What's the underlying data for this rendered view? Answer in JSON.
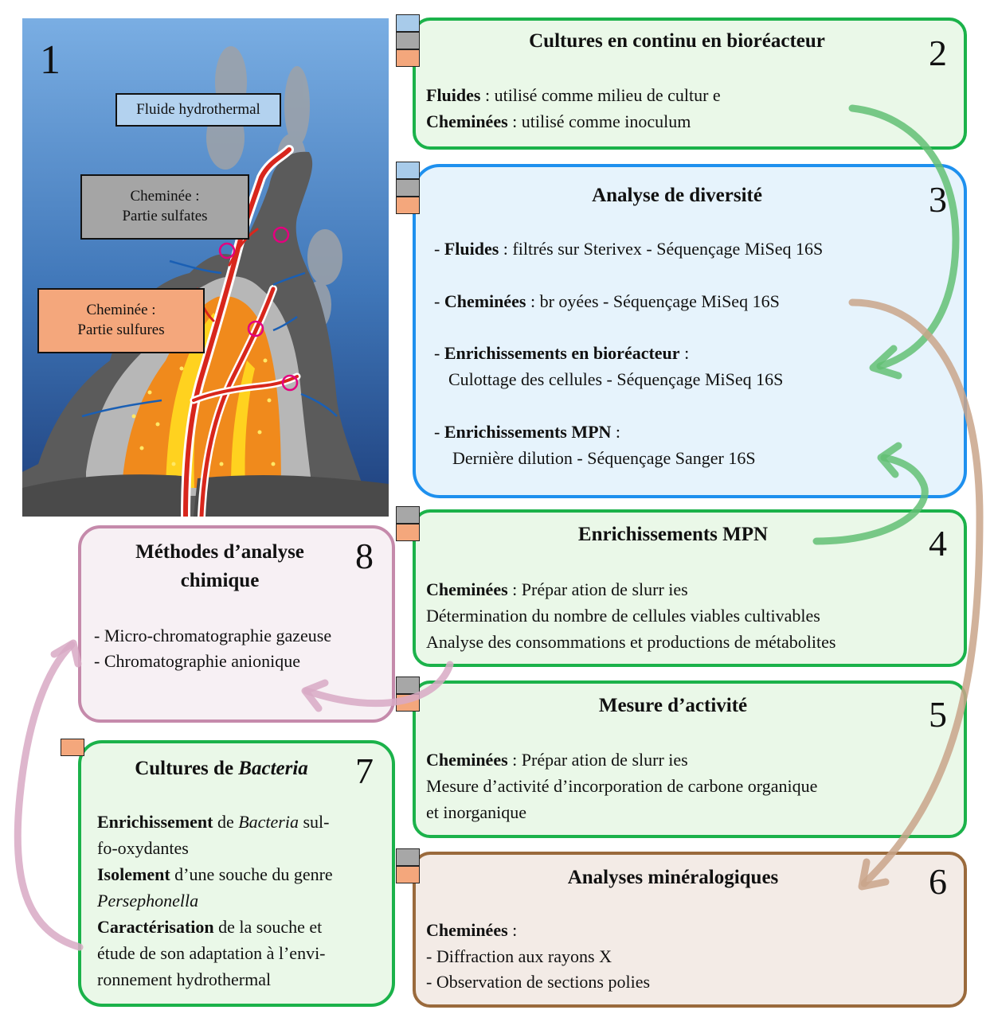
{
  "panel1": {
    "number": "1",
    "labels": {
      "fluid": "Fluide hydrothermal",
      "sulfates_line1": "Cheminée :",
      "sulfates_line2": "Partie sulfates",
      "sulfides_line1": "Cheminée :",
      "sulfides_line2": "Partie sulfures"
    }
  },
  "box2": {
    "number": "2",
    "title": "Cultures en continu en bioréacteur",
    "l1_bold": "Fluides",
    "l1_rest": " : utilisé comme milieu de cultur e",
    "l2_bold": "Cheminées",
    "l2_rest": " : utilisé comme inoculum"
  },
  "box3": {
    "number": "3",
    "title": "Analyse de diversité",
    "l1_bold": "Fluides",
    "l1_rest": " : filtrés sur Sterivex - Séquençage MiSeq 16S",
    "l2_bold": "Cheminées",
    "l2_rest": " : br oyées  - Séquençage MiSeq 16S",
    "l3_bold": "Enrichissements en bioréacteur",
    "l3_rest": " :",
    "l3b": "Culottage des cellules - Séquençage MiSeq 16S",
    "l4_bold": "Enrichissements MPN",
    "l4_rest": " :",
    "l4b": "Dernière dilution - Séquençage Sanger 16S"
  },
  "box4": {
    "number": "4",
    "title": "Enrichissements MPN",
    "l1_bold": "Cheminées",
    "l1_rest": " : Prépar ation de slurr ies",
    "l2": "Détermination du nombre de cellules viables cultivables",
    "l3": "Analyse des consommations et productions de métabolites"
  },
  "box5": {
    "number": "5",
    "title": "Mesure d’activité",
    "l1_bold": "Cheminées",
    "l1_rest": " : Prépar ation de slurr ies",
    "l2": "Mesure d’activité d’incorporation de carbone organique",
    "l3": "et inorganique"
  },
  "box6": {
    "number": "6",
    "title": "Analyses minéralogiques",
    "l1_bold": "Cheminées",
    "l1_rest": " :",
    "l2": "- Diffraction aux rayons X",
    "l3": "- Observation de sections polies"
  },
  "box7": {
    "number": "7",
    "title_a": "Cultures de ",
    "title_b": "Bacteria",
    "l1_bold": "Enrichissement",
    "l1_mid": " de ",
    "l1_ital": "Bacteria",
    "l1_rest": " sul-",
    "l2": "fo-oxydantes",
    "l3_bold": "Isolement",
    "l3_rest": " d’une souche du genre",
    "l4_ital": "Persephonella",
    "l5_bold": "Caractérisation",
    "l5_rest": " de la souche et",
    "l6": "étude de son adaptation à l’envi-",
    "l7": "ronnement hydrothermal"
  },
  "box8": {
    "number": "8",
    "title_l1": "Méthodes d’analyse",
    "title_l2": "chimique",
    "l1": "- Micro-chromatographie gazeuse",
    "l2": "- Chromatographie anionique"
  },
  "colors": {
    "green": "#1bb24a",
    "blue": "#1e90ee",
    "brown": "#9a6a3c",
    "pink": "#c58aab",
    "tag_fluid": "#a8cbea",
    "tag_sulfates": "#a7a7a7",
    "tag_sulfides": "#f4a77c"
  }
}
